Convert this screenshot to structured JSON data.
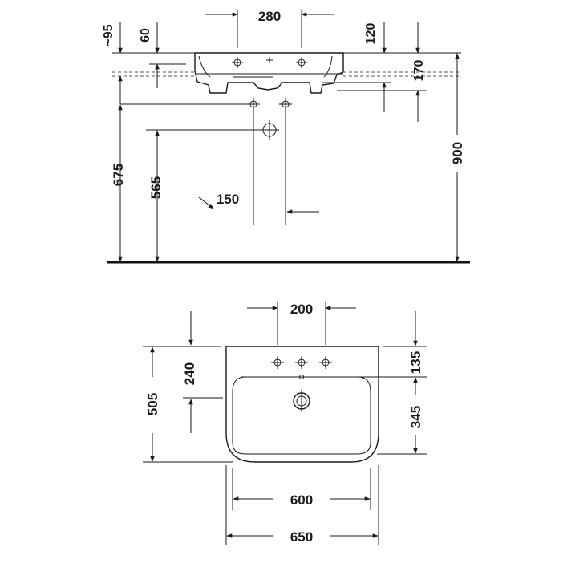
{
  "side_view": {
    "dims": {
      "d95": "~95",
      "d60": "60",
      "d280": "280",
      "d120": "120",
      "d170": "170",
      "d900": "900",
      "d675": "675",
      "d565": "565",
      "d150": "150"
    }
  },
  "top_view": {
    "dims": {
      "d200": "200",
      "d240": "240",
      "d135": "135",
      "d505": "505",
      "d345": "345",
      "d600": "600",
      "d650": "650"
    }
  },
  "colors": {
    "line": "#1a1a1a",
    "background": "#ffffff"
  }
}
